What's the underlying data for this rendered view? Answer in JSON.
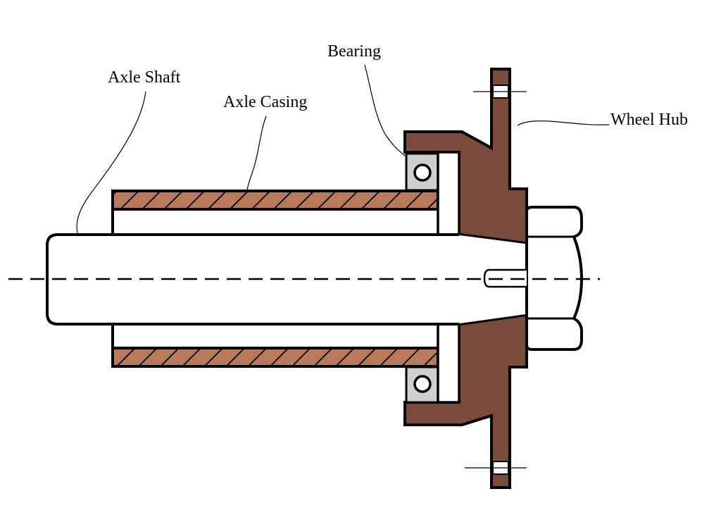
{
  "labels": {
    "axle_shaft": "Axle Shaft",
    "axle_casing": "Axle Casing",
    "bearing": "Bearing",
    "wheel_hub": "Wheel Hub"
  },
  "colors": {
    "hub": "#7a4a3a",
    "casing": "#b87a5a",
    "bearing_race": "#cfcfcf",
    "outline": "#000000",
    "background": "#ffffff"
  }
}
